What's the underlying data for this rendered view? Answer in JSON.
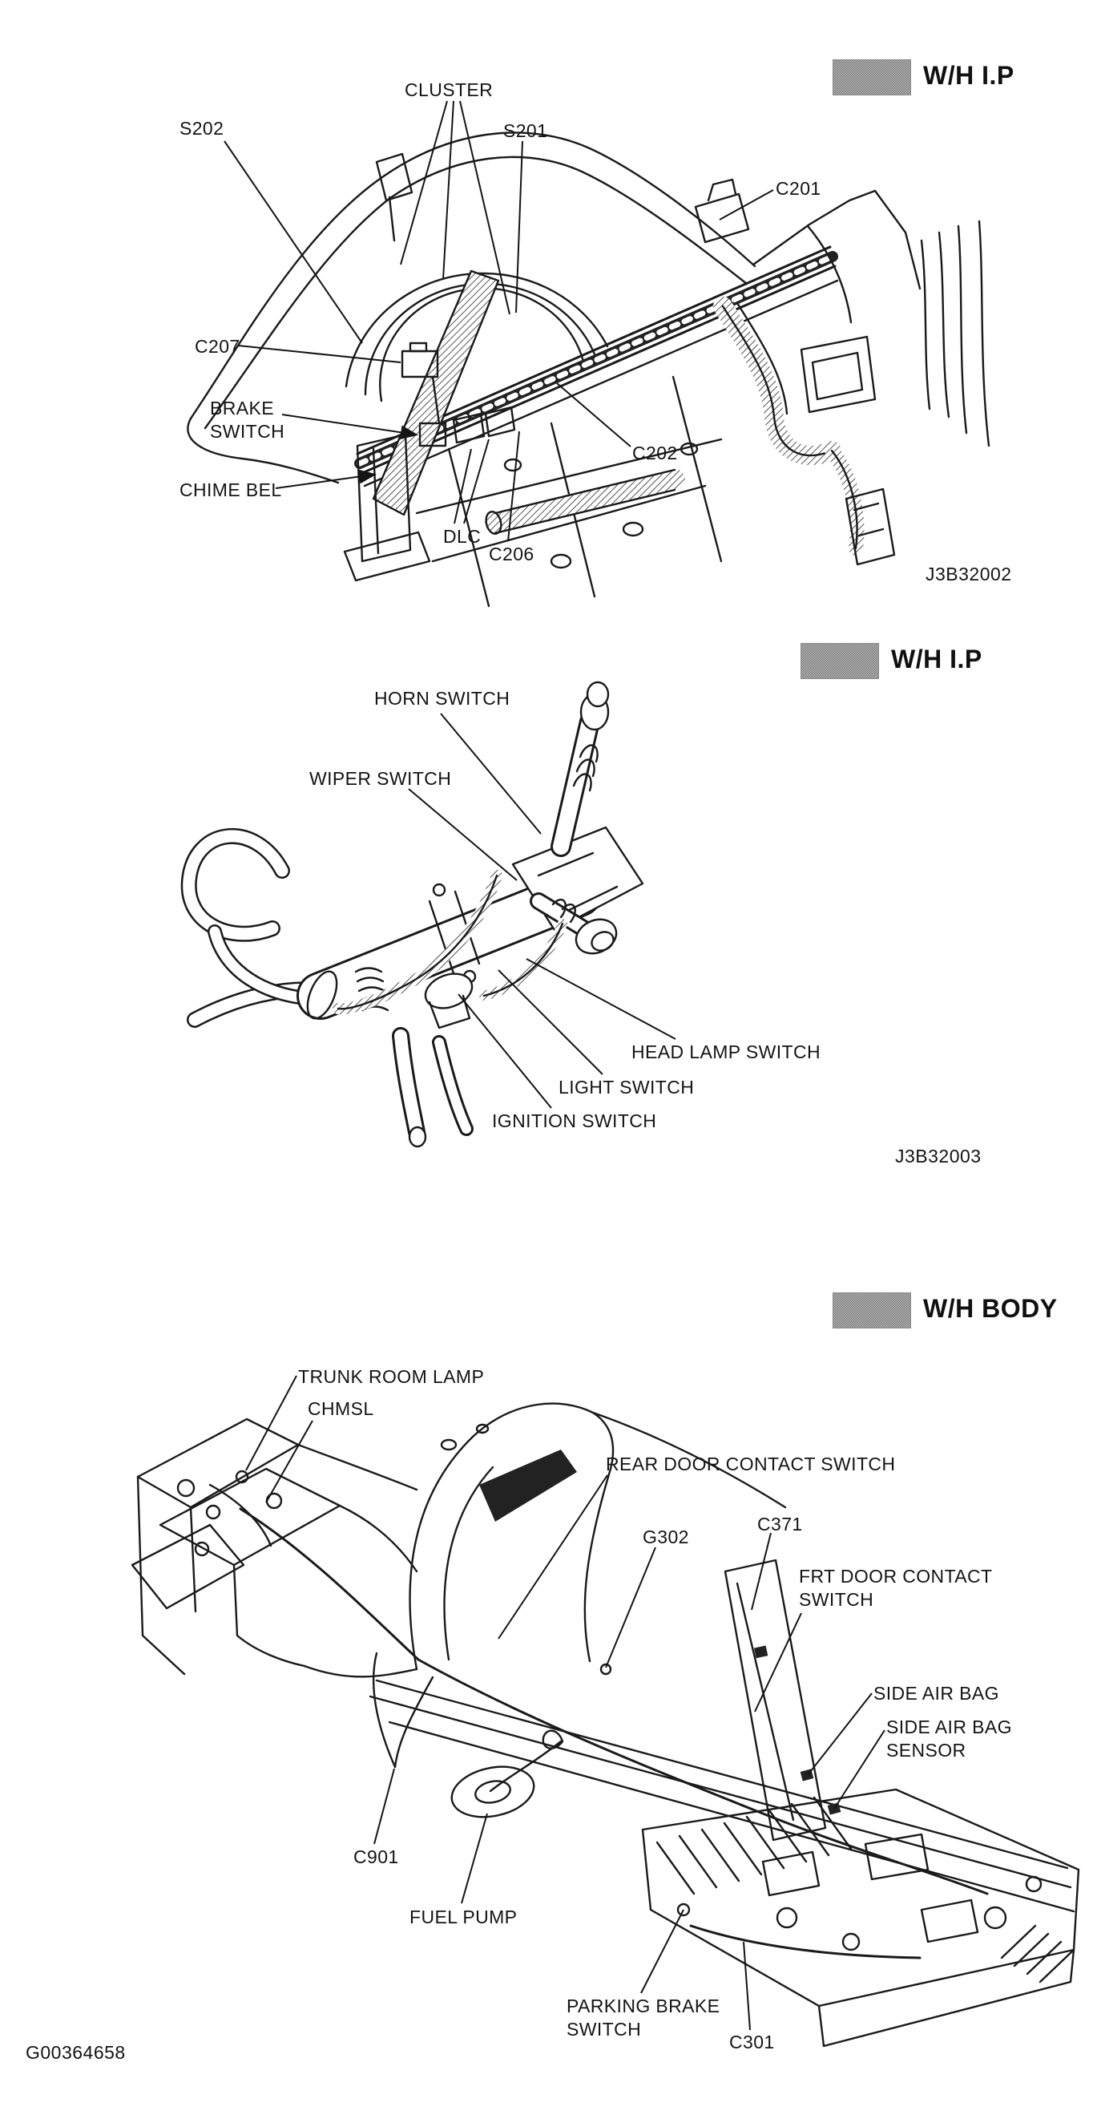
{
  "page": {
    "paper": "#ffffff",
    "ink": "#141414",
    "footer_code": "G00364658"
  },
  "sections": [
    {
      "name": "instrument-panel-harness",
      "legend": "W/H I.P",
      "code": "J3B32002",
      "labels": {
        "cluster": "CLUSTER",
        "s202": "S202",
        "s201": "S201",
        "c201": "C201",
        "c207": "C207",
        "brake_switch_1": "BRAKE",
        "brake_switch_2": "SWITCH",
        "chime_bel": "CHIME BEL",
        "dlc": "DLC",
        "c206": "C206",
        "c202": "C202"
      }
    },
    {
      "name": "steering-column-harness",
      "legend": "W/H I.P",
      "code": "J3B32003",
      "labels": {
        "horn_switch": "HORN SWITCH",
        "wiper_switch": "WIPER SWITCH",
        "head_lamp_switch": "HEAD LAMP SWITCH",
        "light_switch": "LIGHT SWITCH",
        "ignition_switch": "IGNITION SWITCH"
      }
    },
    {
      "name": "body-harness",
      "legend": "W/H BODY",
      "labels": {
        "trunk_room_lamp": "TRUNK ROOM LAMP",
        "chmsl": "CHMSL",
        "rear_door_contact_switch": "REAR DOOR CONTACT SWITCH",
        "g302": "G302",
        "c371": "C371",
        "frt_door_contact_1": "FRT DOOR CONTACT",
        "frt_door_contact_2": "SWITCH",
        "side_air_bag": "SIDE AIR BAG",
        "side_air_bag_sensor_1": "SIDE AIR BAG",
        "side_air_bag_sensor_2": "SENSOR",
        "c901": "C901",
        "fuel_pump": "FUEL PUMP",
        "parking_brake_switch_1": "PARKING BRAKE",
        "parking_brake_switch_2": "SWITCH",
        "c301": "C301"
      }
    }
  ]
}
